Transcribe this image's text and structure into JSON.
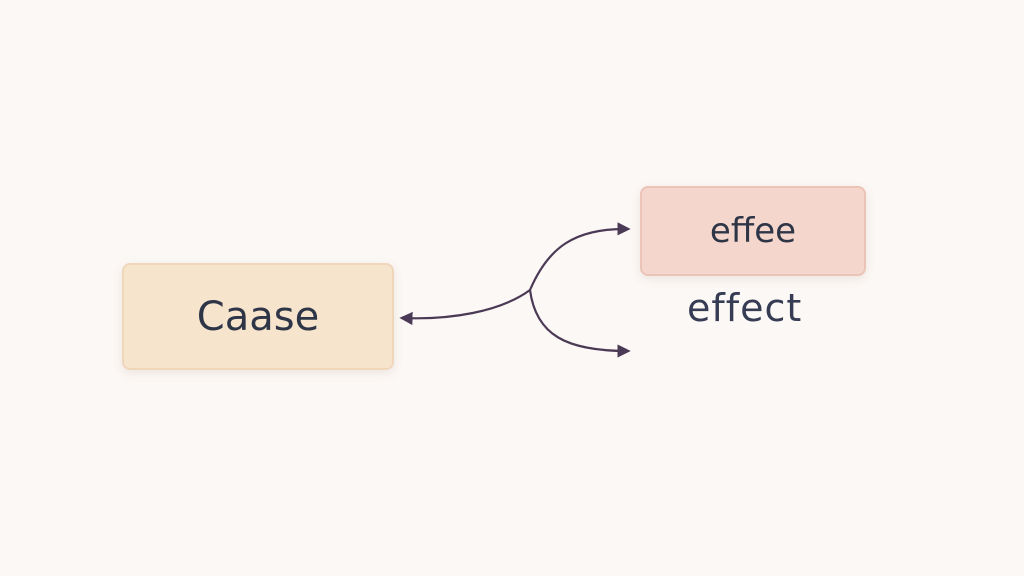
{
  "nodes": {
    "cause": {
      "label": "Caase"
    },
    "effect_top": {
      "label": "effee"
    },
    "effect_bottom": {
      "label": "effect"
    }
  },
  "colors": {
    "background": "#fcf8f5",
    "cause_fill": "#f7e4cd",
    "effect_fill": "#f4d6cc",
    "text": "#2e3546",
    "connector": "#4b3a55"
  }
}
